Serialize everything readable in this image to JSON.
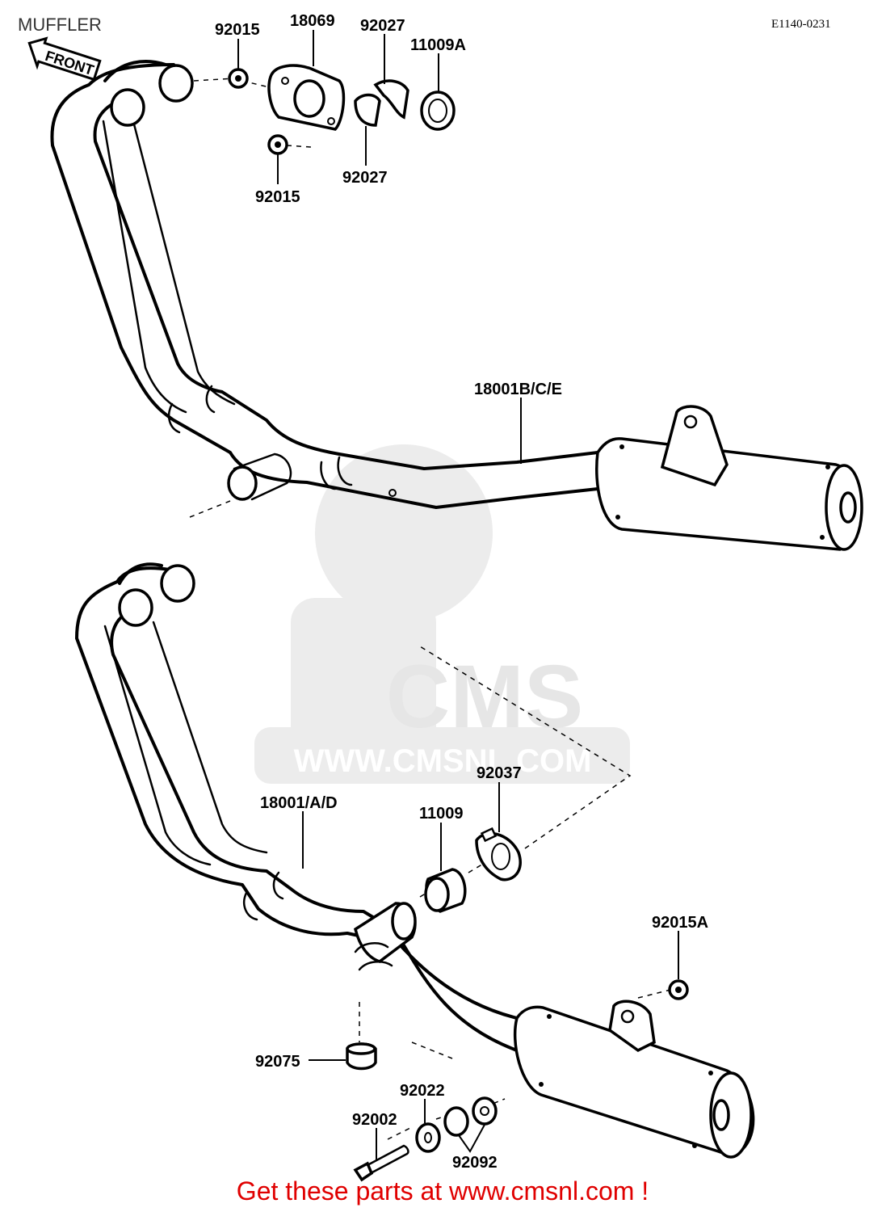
{
  "title": "MUFFLER",
  "diagram_code": "E1140-0231",
  "front_label": "FRONT",
  "watermark": {
    "brand": "CMS",
    "url": "WWW.CMSNL.COM"
  },
  "part_labels": {
    "p92015_top": "92015",
    "p18069": "18069",
    "p92027_top": "92027",
    "p11009A": "11009A",
    "p92015_bottom": "92015",
    "p92027_bottom": "92027",
    "p18001BCE": "18001B/C/E",
    "p92037": "92037",
    "p18001AD": "18001/A/D",
    "p11009": "11009",
    "p92015A": "92015A",
    "p92075": "92075",
    "p92022": "92022",
    "p92002": "92002",
    "p92092": "92092"
  },
  "footer": "Get these parts at www.cmsnl.com !",
  "colors": {
    "footer": "#e00000",
    "watermark": "#e6e6e6"
  }
}
